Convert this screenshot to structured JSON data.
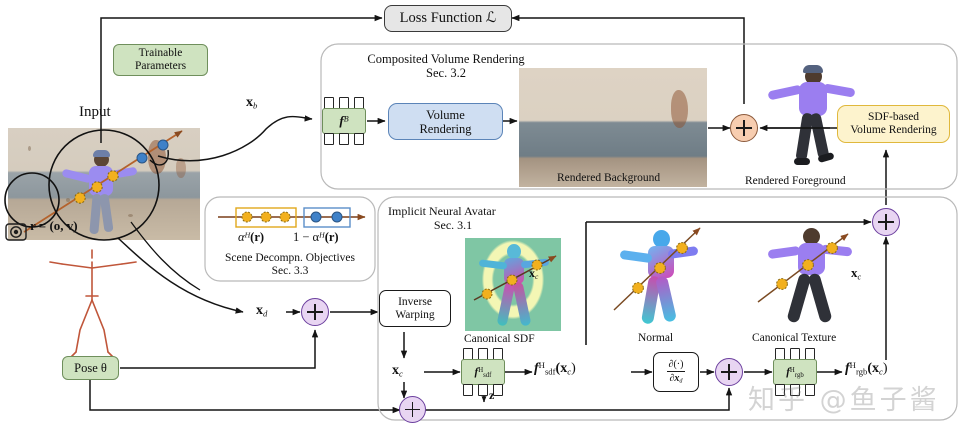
{
  "figure": {
    "kind": "method-pipeline-diagram",
    "watermark": "知乎 @鱼子酱"
  },
  "top": {
    "loss_box": "Loss Function ℒ",
    "trainable_params": "Trainable\nParameters",
    "trainable_params_l1": "Trainable",
    "trainable_params_l2": "Parameters",
    "input_label": "Input"
  },
  "composited_panel": {
    "title_l1": "Composited Volume Rendering",
    "title_l2": "Sec. 3.2",
    "mlp_label": "f",
    "mlp_sup": "B",
    "volume_rendering_l1": "Volume",
    "volume_rendering_l2": "Rendering",
    "rendered_background_caption": "Rendered Background",
    "rendered_foreground_caption": "Rendered Foreground",
    "sdf_based_l1": "SDF-based",
    "sdf_based_l2": "Volume Rendering",
    "input_ray_label": "x",
    "input_ray_sub": "b"
  },
  "scene_decomp_panel": {
    "alpha_left": "α",
    "alpha_left_sup": "H",
    "alpha_left_arg": "(r)",
    "alpha_right_prefix": "1 − α",
    "alpha_right_sup": "H",
    "alpha_right_arg": "(r)",
    "title_l1": "Scene Decompn. Objectives",
    "title_l2": "Sec. 3.3",
    "foreground_color": "#f0b32a",
    "background_color": "#4a82c4",
    "foreground_box_color": "#e8b31f",
    "background_box_color": "#5b8fc9"
  },
  "avatar_panel": {
    "title_l1": "Implicit Neural Avatar",
    "title_l2": "Sec. 3.1",
    "inverse_warping_l1": "Inverse",
    "inverse_warping_l2": "Warping",
    "canonical_sdf_caption": "Canonical SDF",
    "normal_caption": "Normal",
    "canonical_texture_caption": "Canonical Texture",
    "sdf_mlp_main": "f",
    "sdf_mlp_sup": "H",
    "sdf_mlp_sub": "sdf",
    "rgb_mlp_main": "f",
    "rgb_mlp_sup": "H",
    "rgb_mlp_sub": "rgb",
    "sdf_out": "f",
    "sdf_out_sup": "H",
    "sdf_out_sub": "sdf",
    "sdf_out_arg": "(x",
    "sdf_out_arg_sub": "c",
    "sdf_out_arg_end": ")",
    "rgb_out": "f",
    "rgb_out_sup": "H",
    "rgb_out_sub": "rgb",
    "rgb_out_arg": "(x",
    "rgb_out_arg_sub": "c",
    "rgb_out_arg_end": ")",
    "derivative_num": "∂(·)",
    "derivative_den": "∂x",
    "derivative_den_sub": "d",
    "latent_z": "z"
  },
  "symbols": {
    "x_d": "x",
    "x_d_sub": "d",
    "x_c": "x",
    "x_c_sub": "c",
    "x_c_sdf": "x",
    "x_c_sdf_sub": "c",
    "x_c_normal": "x",
    "x_c_normal_sub": "c",
    "x_c_texture": "x",
    "x_c_texture_sub": "c",
    "ray_eq": "r = (o, v)",
    "pose_label": "Pose θ"
  },
  "colors": {
    "trainable_green": "#cfe3c0",
    "trainable_green_border": "#6f8f5c",
    "loss_gray": "#e6e6e6",
    "volume_blue": "#cfdef2",
    "volume_blue_border": "#5b84b8",
    "sdf_yellow": "#fdf3cd",
    "sdf_yellow_border": "#e0b83c",
    "plus_orange": "#f7cdb0",
    "plus_purple": "#e8d5f2",
    "panel_border": "#b9b9b9",
    "skeleton": "#c0563a"
  }
}
